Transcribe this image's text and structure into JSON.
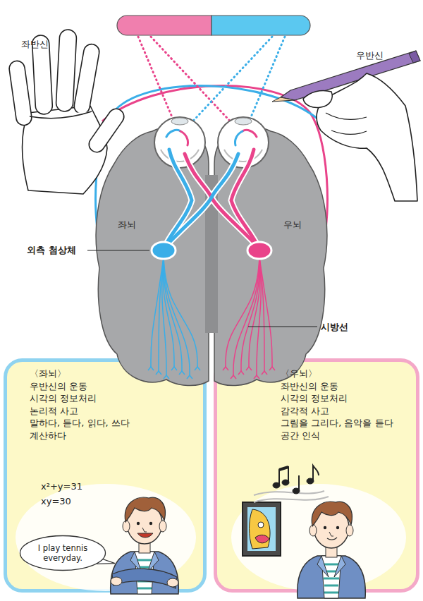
{
  "diagram": {
    "nodes": [
      {
        "text": [
          "〈좌뇌〉",
          "우반신의 운동",
          "시각의 정보처리",
          "논리적 사고",
          "말하다, 듣다, 읽다, 쓰다",
          "계산하다"
        ]
      },
      {
        "text": [
          "I play tennis everyday."
        ],
        "in": 0
      },
      {
        "text": [
          "〈우뇌〉",
          "좌반신의 운동",
          "시각의 정보처리",
          "감각적 사고",
          "그림을 그리다, 음악을 듣다",
          "공간 인식"
        ]
      }
    ],
    "labels": [
      "좌반신",
      "우반신",
      "좌뇌",
      "우뇌",
      "외측 첨상체",
      "시방선",
      "x²+y=31",
      "xy=30"
    ]
  }
}
